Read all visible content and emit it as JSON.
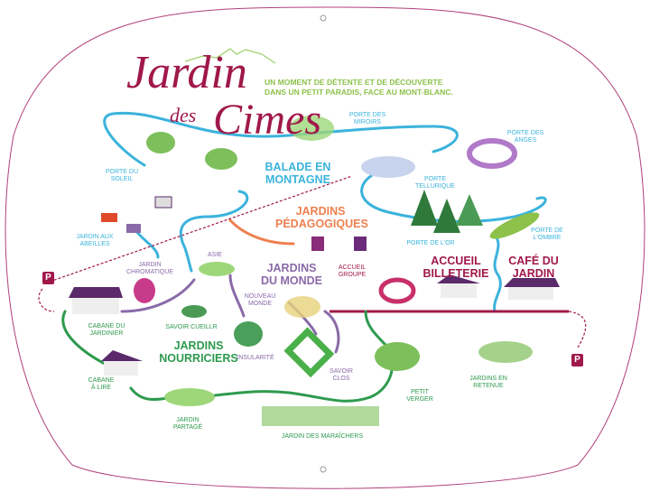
{
  "title": {
    "line1": "Jardin",
    "line2": "des",
    "line3": "Cimes"
  },
  "tagline": {
    "line1": "UN MOMENT DE DÉTENTE ET DE DÉCOUVERTE",
    "line2": "DANS UN PETIT PARADIS, FACE AU MONT-BLANC."
  },
  "zones": {
    "balade": "BALADE EN MONTAGNE",
    "pedagogiques": "JARDINS PÉDAGOGIQUES",
    "monde": "JARDINS DU MONDE",
    "nourriciers": "JARDINS NOURRICIERS",
    "accueil": "ACCUEIL BILLETERIE",
    "cafe": "CAFÉ DU JARDIN"
  },
  "places": {
    "porte_miroirs": "PORTE DES MIROIRS",
    "porte_anges": "PORTE DES ANGES",
    "porte_soleil": "PORTE DU SOLEIL",
    "porte_tellurique": "PORTE TELLURIQUE",
    "porte_or": "PORTE DE L'OR",
    "porte_ombre": "PORTE DE L'OMBRE",
    "abeilles": "JARDIN AUX ABEILLES",
    "chromatique": "JARDIN CHROMATIQUE",
    "asie": "ASIE",
    "cabane_jardinier": "CABANE DU JARDINIER",
    "savoir_cueillir": "SAVOIR CUEILLR",
    "nouveau_monde": "NOUVEAU MONDE",
    "accueil_groupe": "ACCUEIL GROUPE",
    "insularite": "INSULARITÉ",
    "savoir_clos": "SAVOIR CLOS",
    "cabane_lire": "CABANE À LIRE",
    "jardin_partage": "JARDIN PARTAGÉ",
    "maraichers": "JARDIN DES MARAÎCHERS",
    "petit_verger": "PETIT VERGER",
    "retenue": "JARDINS EN RETENUE"
  },
  "parking": {
    "left": "P",
    "right": "P"
  },
  "colors": {
    "magenta": "#a0184a",
    "blue": "#3bb3dc",
    "green": "#2e9a4e",
    "purple": "#8a6aa8",
    "orange": "#ee8050",
    "lime": "#8cc14a"
  }
}
